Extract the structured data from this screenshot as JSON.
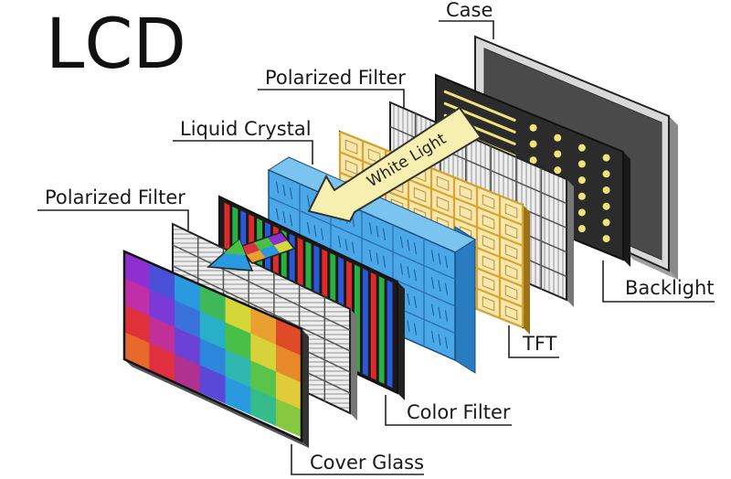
{
  "title": "LCD",
  "labels": {
    "case": "Case",
    "polarized_filter_back": "Polarized Filter",
    "liquid_crystal": "Liquid Crystal",
    "polarized_filter_front": "Polarized Filter",
    "backlight": "Backlight",
    "tft": "TFT",
    "color_filter": "Color Filter",
    "cover_glass": "Cover Glass"
  },
  "arrow_text": "White Light",
  "colors": {
    "case_frame": "#d8d8d8",
    "case_screen": "#4a4a4a",
    "backlight_panel": "#2b2b2b",
    "backlight_dot": "#f2e27a",
    "liquid_crystal": "#3f9fe0",
    "tft_frame": "#d9a52a",
    "arrow_fill": "#f6efb0",
    "filter_gray": "#e2e2e2"
  },
  "cover_glass_colors": [
    [
      "#8e2fd0",
      "#4a4fd8",
      "#2a9ae0",
      "#3fb85a",
      "#d4d63a",
      "#e8a030",
      "#e04a28"
    ],
    [
      "#c02fa8",
      "#7a3ad6",
      "#3a72dc",
      "#28b0c8",
      "#48c048",
      "#d8d23a",
      "#e88a2c"
    ],
    [
      "#e0303a",
      "#c03098",
      "#6a42d8",
      "#2c86dc",
      "#30b8b0",
      "#58c44a",
      "#e0cc38"
    ],
    [
      "#e86a2a",
      "#e03040",
      "#b03290",
      "#5a48d8",
      "#2a9ae0",
      "#36bc8a",
      "#88c840"
    ]
  ],
  "color_filter_stripes": [
    "#e02a2a",
    "#28b040",
    "#2a58d8"
  ],
  "small_arrow_colors": [
    "#e03040",
    "#e8a030",
    "#48c048",
    "#2a9ae0",
    "#8e2fd0",
    "#d4d63a"
  ]
}
